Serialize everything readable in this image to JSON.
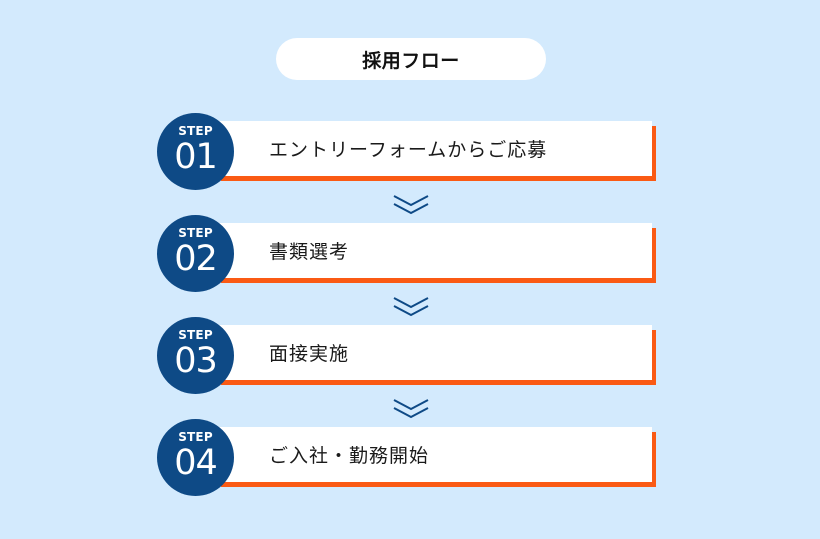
{
  "title": "採用フロー",
  "colors": {
    "background": "#d3eafd",
    "badge": "#0e4a86",
    "accent_shadow": "#fa5a14",
    "chevron": "#0e4a86",
    "card": "#ffffff"
  },
  "steps": [
    {
      "step_label": "STEP",
      "number": "01",
      "label": "エントリーフォームからご応募"
    },
    {
      "step_label": "STEP",
      "number": "02",
      "label": "書類選考"
    },
    {
      "step_label": "STEP",
      "number": "03",
      "label": "面接実施"
    },
    {
      "step_label": "STEP",
      "number": "04",
      "label": "ご入社・勤務開始"
    }
  ],
  "connectors": [
    {
      "icon": "double-chevron-down-icon"
    },
    {
      "icon": "double-chevron-down-icon"
    },
    {
      "icon": "double-chevron-down-icon"
    }
  ]
}
